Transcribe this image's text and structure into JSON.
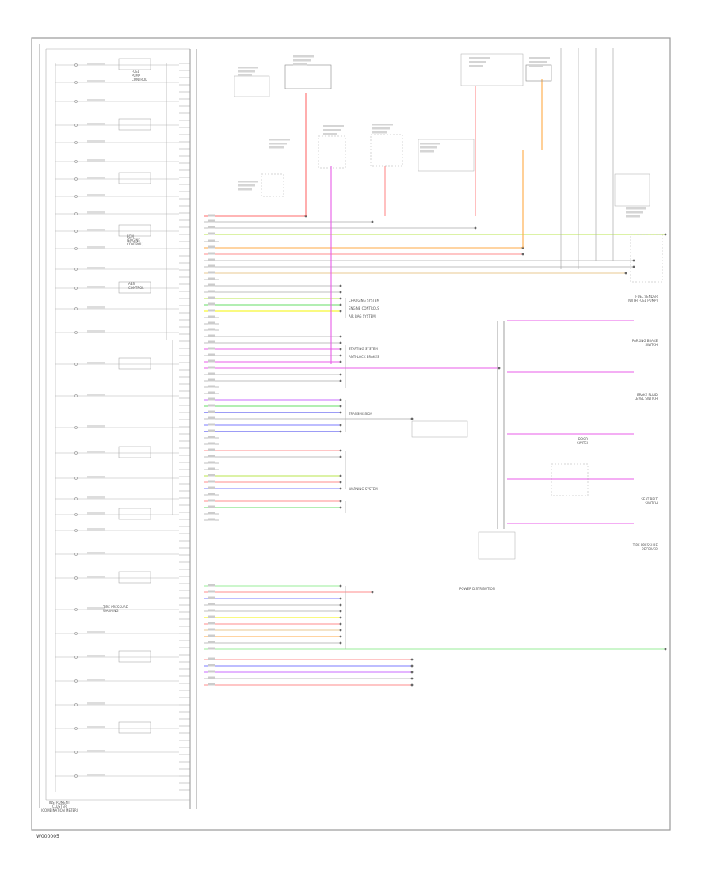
{
  "figure_id": "W000005",
  "cluster_caption": [
    "INSTRUMENT",
    "CLUSTER",
    "(COMBINATION METER)"
  ],
  "module_labels": [
    {
      "key": "fuel_pump",
      "lines": [
        "FUEL",
        "PUMP",
        "CONTROL"
      ]
    },
    {
      "key": "ecm",
      "lines": [
        "ECM",
        "(ENGINE",
        "CONTROL)"
      ]
    },
    {
      "key": "abs",
      "lines": [
        "ABS",
        "CONTROL"
      ]
    },
    {
      "key": "tpms",
      "lines": [
        "TIRE PRESSURE",
        "WARNING"
      ]
    }
  ],
  "right_labels": [
    {
      "key": "r1",
      "lines": [
        "FUEL SENDER",
        "(WITH FUEL PUMP)"
      ]
    },
    {
      "key": "r2",
      "lines": [
        "PARKING BRAKE",
        "SWITCH"
      ]
    },
    {
      "key": "r3",
      "lines": [
        "BRAKE FLUID",
        "LEVEL SWITCH"
      ]
    },
    {
      "key": "r4",
      "lines": [
        "DOOR",
        "SWITCH"
      ]
    },
    {
      "key": "r5",
      "lines": [
        "SEAT BELT",
        "SWITCH"
      ]
    },
    {
      "key": "r6",
      "lines": [
        "TIRE PRESSURE",
        "RECEIVER"
      ]
    }
  ],
  "system_labels": {
    "a": "CHARGING SYSTEM",
    "b": "ENGINE CONTROLS",
    "c": "AIR BAG SYSTEM",
    "d": "STARTING SYSTEM",
    "e": "ANTI-LOCK BRAKES",
    "f": "TRANSMISSION",
    "g": "WARNING SYSTEM",
    "h": "POWER DISTRIBUTION"
  },
  "colors": {
    "frame": "#9a9a9a",
    "line": "#555555",
    "red": "#ff6b6b",
    "pink": "#ff8c8c",
    "magenta": "#e85ce8",
    "violet": "#c86bff",
    "orange": "#ffaa44",
    "yellow": "#f4f400",
    "lime": "#b8e64c",
    "green": "#66dd66",
    "lightgreen": "#99ee99",
    "blue": "#7b7bff",
    "navy": "#3a3aee",
    "gray": "#aaaaaa",
    "tan": "#e8c890",
    "olive": "#c8c840"
  }
}
